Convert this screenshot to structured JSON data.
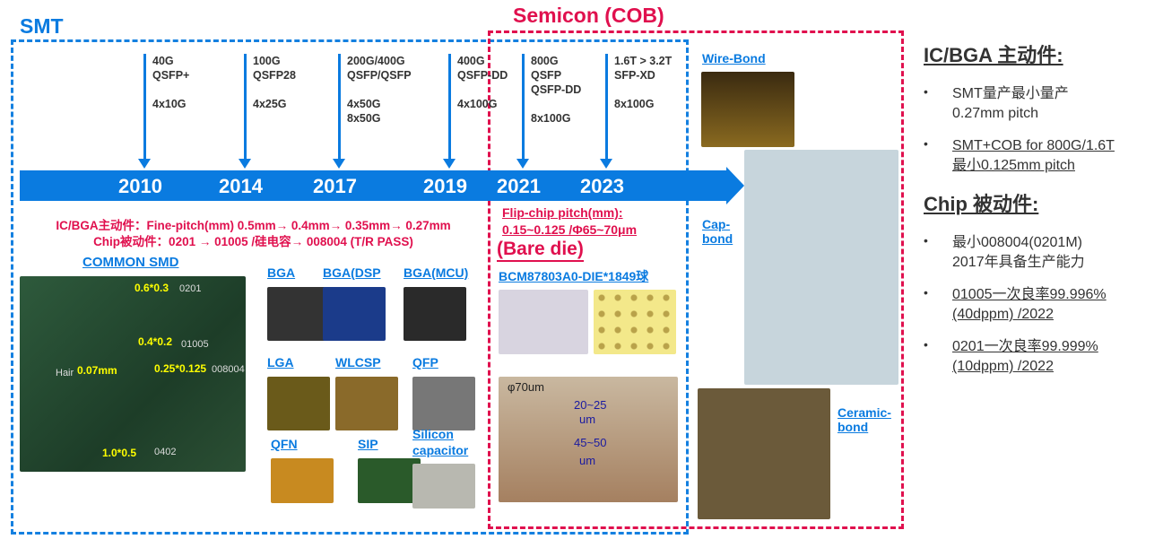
{
  "smt_title": "SMT",
  "cob_title": "Semicon (COB)",
  "timeline": [
    {
      "year": "2010",
      "spec": "40G\nQSFP+\n\n4x10G"
    },
    {
      "year": "2014",
      "spec": "100G\nQSFP28\n\n4x25G"
    },
    {
      "year": "2017",
      "spec": "200G/400G\nQSFP/QSFP\n\n4x50G\n8x50G"
    },
    {
      "year": "2019",
      "spec": "400G\nQSFP-DD\n\n4x100G"
    },
    {
      "year": "2021",
      "spec": "800G\nQSFP\nQSFP-DD\n\n8x100G"
    },
    {
      "year": "2023",
      "spec": "1.6T > 3.2T\nSFP-XD\n\n8x100G"
    }
  ],
  "smt_notes": [
    "IC/BGA主动件：Fine-pitch(mm) 0.5mm→ 0.4mm→ 0.35mm→ 0.27mm",
    "Chip被动件：0201 → 01005 /硅电容→ 008004 (T/R PASS)"
  ],
  "common_smd": "COMMON SMD",
  "smd_labels": [
    "0.6*0.3",
    "0201",
    "0.4*0.2",
    "01005",
    "Hair",
    "0.07mm",
    "0.25*0.125",
    "008004",
    "1.0*0.5",
    "0402"
  ],
  "packages": [
    "BGA",
    "BGA(DSP",
    "BGA(MCU)",
    "LGA",
    "WLCSP",
    "QFP",
    "QFN",
    "SIP",
    "Silicon capacitor"
  ],
  "cob_notes": [
    "Flip-chip pitch(mm):",
    "0.15~0.125 /Φ65~70μm"
  ],
  "bare_die": "(Bare die)",
  "die_name": "BCM87803A0-DIE*1849球",
  "bump_labels": [
    "φ70um",
    "20~25",
    "um",
    "45~50",
    "um"
  ],
  "bonds": [
    "Wire-Bond",
    "Cap-bond",
    "Ceramic-bond"
  ],
  "right": {
    "h1": "IC/BGA 主动件:",
    "items1": [
      "SMT量产最小量产\n0.27mm pitch",
      "SMT+COB for 800G/1.6T\n最小0.125mm pitch"
    ],
    "h2": "Chip 被动件:",
    "items2": [
      "最小008004(0201M)\n2017年具备生产能力",
      "01005一次良率99.996%\n(40dppm) /2022",
      "0201一次良率99.999%\n(10dppm) /2022"
    ]
  }
}
